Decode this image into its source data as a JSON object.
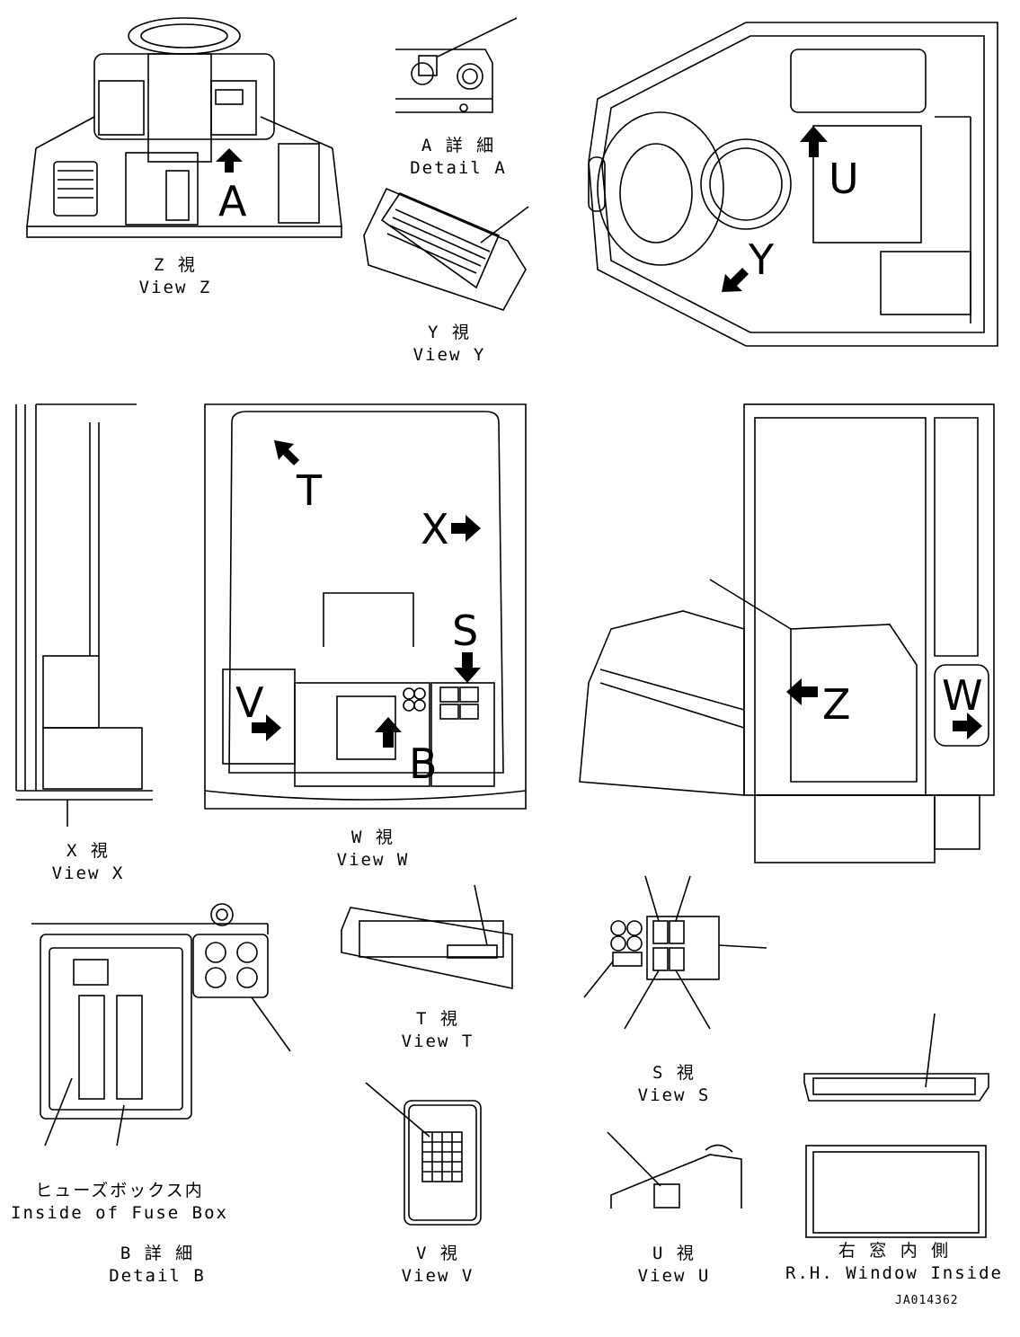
{
  "views": {
    "z": {
      "jp": "Z 視",
      "en": "View Z"
    },
    "detail_a": {
      "jp": "A 詳 細",
      "en": "Detail A"
    },
    "y": {
      "jp": "Y 視",
      "en": "View Y"
    },
    "x": {
      "jp": "X 視",
      "en": "View X"
    },
    "w": {
      "jp": "W 視",
      "en": "View W"
    },
    "t": {
      "jp": "T 視",
      "en": "View T"
    },
    "s": {
      "jp": "S 視",
      "en": "View S"
    },
    "fuse_box": {
      "jp": "ヒューズボックス内",
      "en": "Inside of Fuse Box"
    },
    "detail_b": {
      "jp": "B 詳 細",
      "en": "Detail B"
    },
    "v": {
      "jp": "V 視",
      "en": "View V"
    },
    "u": {
      "jp": "U 視",
      "en": "View U"
    },
    "rh_window": {
      "jp": "右 窓 内 側",
      "en": "R.H. Window Inside"
    }
  },
  "arrow_labels": {
    "a": "A",
    "u": "U",
    "y": "Y",
    "t": "T",
    "x": "X",
    "s": "S",
    "v": "V",
    "b": "B",
    "z": "Z",
    "w": "W"
  },
  "drawing_number": "JA014362"
}
